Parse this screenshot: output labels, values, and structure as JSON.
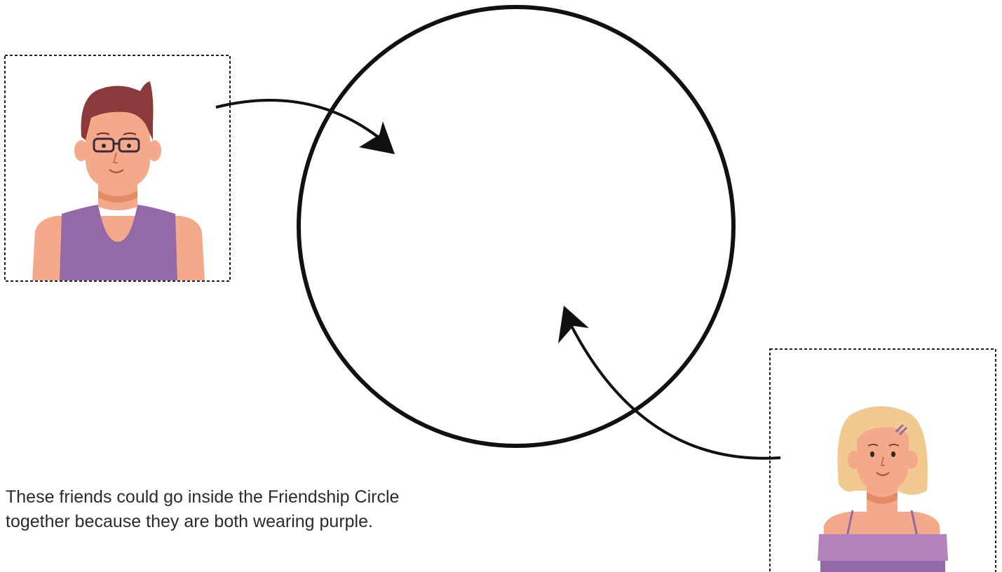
{
  "caption": {
    "line1": "These friends could go inside the Friendship Circle",
    "line2": "together because they are both wearing purple."
  },
  "colors": {
    "stroke": "#111111",
    "skin": "#f4a98a",
    "skin_shadow": "#e58a66",
    "boy_hair": "#8b3a3c",
    "girl_hair": "#f2c98e",
    "shirt_purple": "#9469a8",
    "shirt_purple_light": "#b482bc",
    "frame_dash": "#222222"
  },
  "icons": [
    "friendship-circle",
    "boy-avatar",
    "girl-avatar",
    "arrow-into-circle-top",
    "arrow-into-circle-bottom"
  ]
}
